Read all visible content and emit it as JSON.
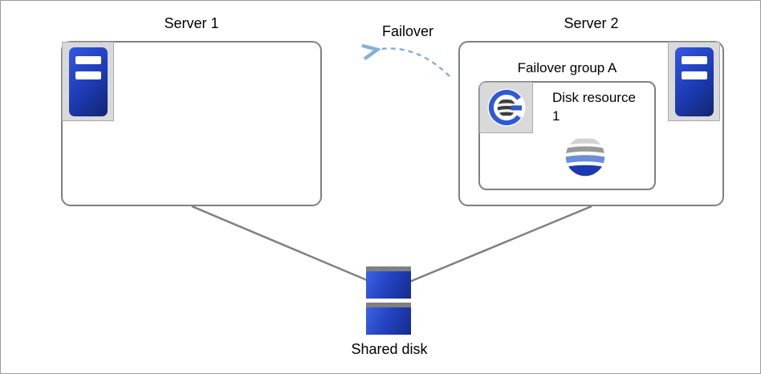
{
  "diagram": {
    "server1": {
      "label": "Server 1"
    },
    "server2": {
      "label": "Server 2"
    },
    "failover_label": "Failover",
    "failover_group": {
      "label": "Failover group A"
    },
    "disk_resource": {
      "label": "Disk resource 1"
    },
    "shared_disk": {
      "label": "Shared disk"
    }
  },
  "icons": {
    "server": "server-tower-icon",
    "cluster_group": "cluster-group-icon",
    "disk_resource": "striped-sphere-disk-icon",
    "shared_disk": "shared-disk-stack-icon",
    "failover_arrow": "dashed-curved-arrow"
  },
  "colors": {
    "server_blue": "#1d3ab3",
    "border_gray": "#808080",
    "icon_bg_gray": "#d9d9d9",
    "arrow_blue": "#85aede",
    "line_gray": "#808080",
    "disk_blue": "#2444c2",
    "cap_gray": "#808080",
    "text": "#000000"
  }
}
